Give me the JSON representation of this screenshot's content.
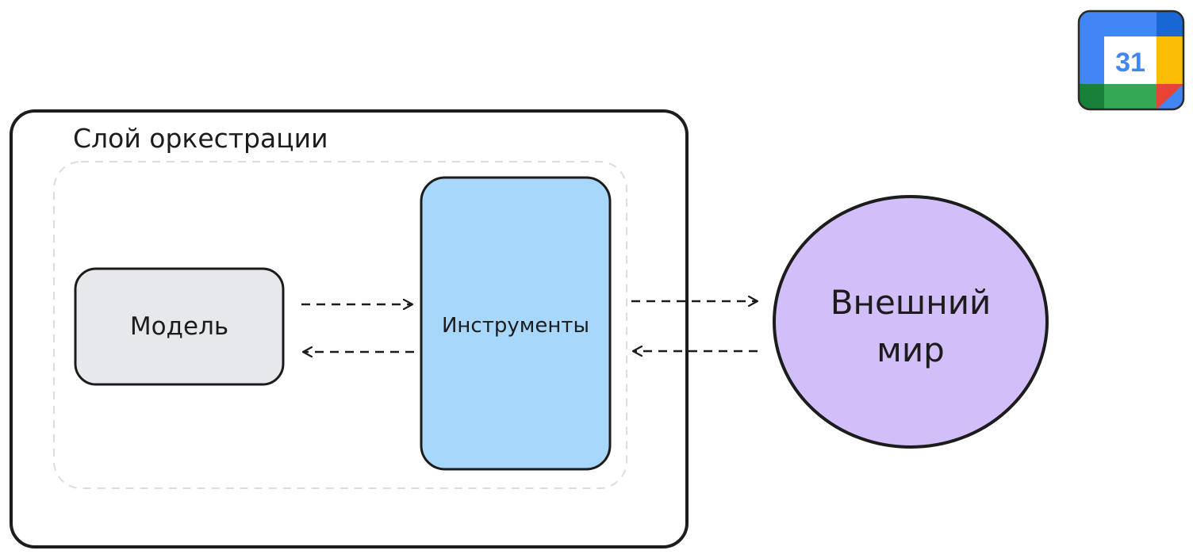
{
  "diagram": {
    "orchestration_layer": {
      "label": "Слой оркестрации"
    },
    "model": {
      "label": "Модель"
    },
    "tools": {
      "label": "Инструменты"
    },
    "external_world": {
      "label_line1": "Внешний",
      "label_line2": "мир"
    },
    "colors": {
      "model_fill": "#e7e8ec",
      "tools_fill": "#a7d8fb",
      "world_fill": "#d2bff9",
      "stroke": "#1c1c1c",
      "dashed_inner": "#dcdcdc"
    }
  },
  "corner_icon": {
    "name": "calendar-icon",
    "day": "31",
    "colors": {
      "blue": "#4285F4",
      "dark_blue": "#1967D2",
      "yellow": "#FBBC04",
      "green": "#34A853",
      "dark_green": "#188038",
      "red": "#EA4335"
    }
  }
}
